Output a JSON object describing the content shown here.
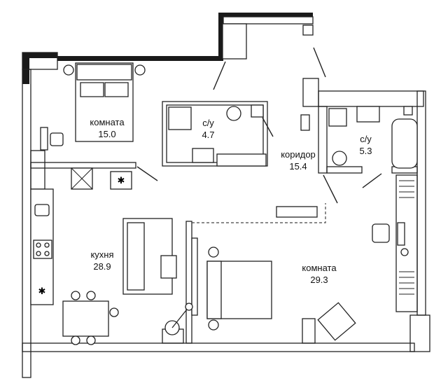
{
  "rooms": [
    {
      "name": "комната",
      "area": "15.0"
    },
    {
      "name": "с/у",
      "area": "4.7"
    },
    {
      "name": "коридор",
      "area": "15.4"
    },
    {
      "name": "с/у",
      "area": "5.3"
    },
    {
      "name": "кухня",
      "area": "28.9"
    },
    {
      "name": "комната",
      "area": "29.3"
    }
  ],
  "colors": {
    "walls": "#1a1a1a",
    "lines": "#222222",
    "background": "#ffffff"
  }
}
